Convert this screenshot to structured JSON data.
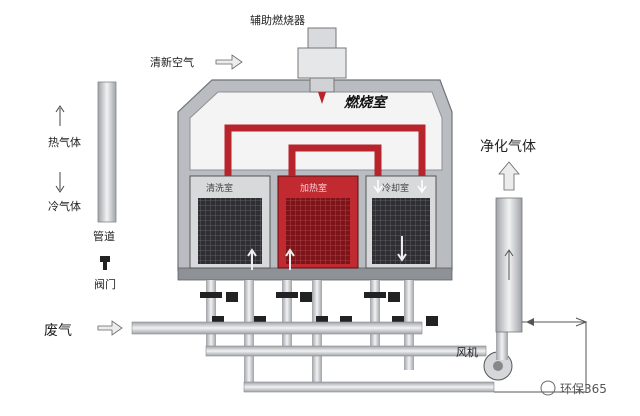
{
  "labels": {
    "aux_burner": "辅助燃烧器",
    "clean_air": "清新空气",
    "combustion_chamber": "燃烧室",
    "hot_gas": "热气体",
    "cold_gas": "冷气体",
    "pipe": "管道",
    "valve": "阀门",
    "purified_gas": "净化气体",
    "cleaning_chamber": "清洗室",
    "heating_chamber": "加热室",
    "cooling_chamber": "冷却室",
    "waste_gas": "废气",
    "fan": "风机",
    "watermark": "环保365"
  },
  "colors": {
    "housing": "#b9bcc0",
    "housing_dark": "#8e9196",
    "hot_duct": "#b8242b",
    "heating_bed": "#9c1b22",
    "ceramic_bed": "#2e2e33",
    "pipe": "#c9ccd0",
    "arrow": "#e8e8e8"
  }
}
